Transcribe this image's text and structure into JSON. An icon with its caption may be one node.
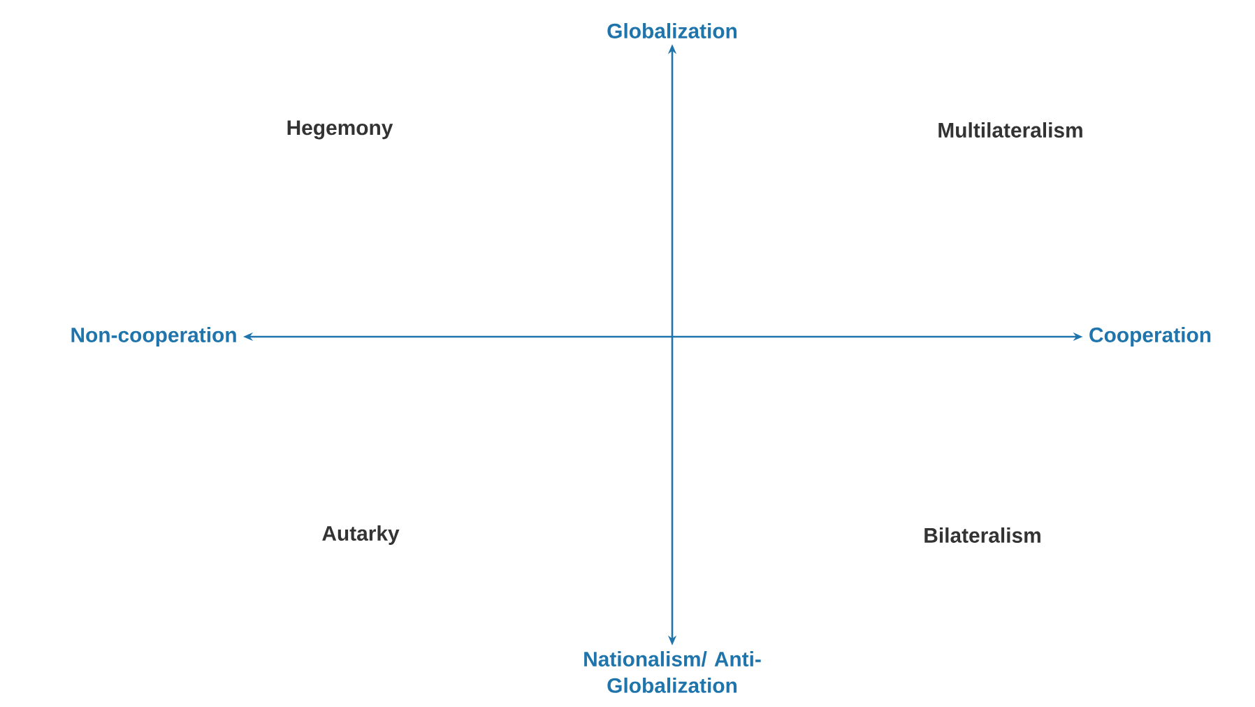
{
  "diagram": {
    "nodes": [
      {
        "text": [
          "Globalization"
        ]
      },
      {
        "text": [
          "Non-cooperation"
        ]
      },
      {
        "text": [
          "Cooperation"
        ]
      },
      {
        "text": [
          "Nationalism/ Anti-Globalization"
        ]
      }
    ],
    "edges": [
      {
        "from": 3,
        "to": 0,
        "arrow": "both"
      },
      {
        "from": 1,
        "to": 2,
        "arrow": "both"
      }
    ],
    "labels": [
      "Hegemony",
      "Multilateralism",
      "Autarky",
      "Bilateralism"
    ]
  }
}
